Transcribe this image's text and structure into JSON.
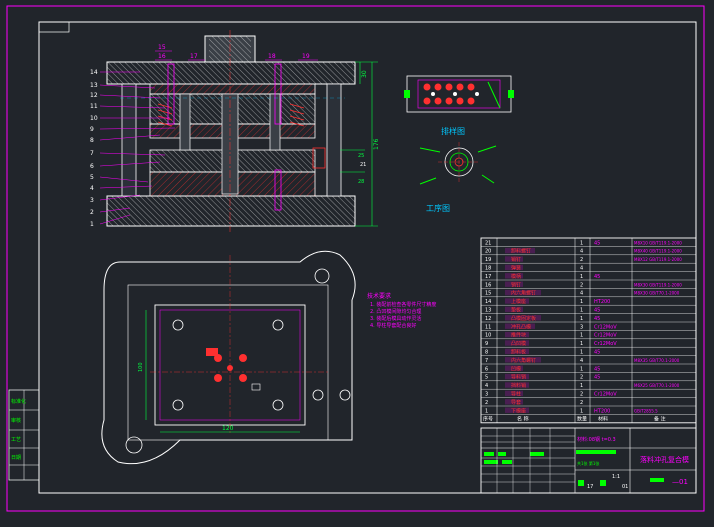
{
  "drawing": {
    "title_block": {
      "part_name": "落料冲孔复合模",
      "drawing_no": "—01",
      "material": "材料:08钢 t=0.3",
      "scale_label": "1:1",
      "sheet": "共1张 第1张",
      "qty": "17",
      "weight": "01"
    },
    "labels": {
      "layout_label": "排样图",
      "workpiece_label": "工序图",
      "tech_req_title": "技术要求",
      "tech_req_1": "1. 装配前检查各零件尺寸精度",
      "tech_req_2": "2. 凸凹模间隙均匀合理",
      "tech_req_3": "3. 装配后模具动作灵活",
      "tech_req_4": "4. 导柱导套配合良好"
    },
    "dims": {
      "height_total": "176",
      "height_upper": "30",
      "plate_a": "25",
      "plate_b": "28",
      "width_bottom": "120",
      "depth_left": "100",
      "top_15": "15",
      "top_16": "16",
      "top_17": "17",
      "top_18": "18",
      "top_19": "19"
    },
    "balloons": [
      "14",
      "13",
      "12",
      "11",
      "10",
      "9",
      "8",
      "7",
      "6",
      "5",
      "4",
      "3",
      "2",
      "1"
    ],
    "left_strip": [
      "标准化",
      "审核",
      "工艺",
      "日期"
    ],
    "bom_rows": [
      {
        "no": "21",
        "name": "",
        "qty": "1",
        "mat": "45",
        "std": "M8X10 GB/T119.1-2000"
      },
      {
        "no": "20",
        "name": "卸料螺钉",
        "qty": "4",
        "mat": "",
        "std": "M8X40 GB/T119.1-2000"
      },
      {
        "no": "19",
        "name": "销钉",
        "qty": "2",
        "mat": "",
        "std": "M8X12 GB/T119.1-2000"
      },
      {
        "no": "18",
        "name": "弹簧",
        "qty": "4",
        "mat": "",
        "std": ""
      },
      {
        "no": "17",
        "name": "模柄",
        "qty": "1",
        "mat": "45",
        "std": ""
      },
      {
        "no": "16",
        "name": "销钉",
        "qty": "2",
        "mat": "",
        "std": "M8X30 GB/T119.1-2000"
      },
      {
        "no": "15",
        "name": "内六角螺钉",
        "qty": "4",
        "mat": "",
        "std": "M8X30 GB/T70.1-2000"
      },
      {
        "no": "14",
        "name": "上模座",
        "qty": "1",
        "mat": "HT200",
        "std": ""
      },
      {
        "no": "13",
        "name": "垫板",
        "qty": "1",
        "mat": "45",
        "std": ""
      },
      {
        "no": "12",
        "name": "凸模固定板",
        "qty": "1",
        "mat": "45",
        "std": ""
      },
      {
        "no": "11",
        "name": "冲孔凸模",
        "qty": "3",
        "mat": "Cr12MoV",
        "std": ""
      },
      {
        "no": "10",
        "name": "推件块",
        "qty": "1",
        "mat": "Cr12MoV",
        "std": ""
      },
      {
        "no": "9",
        "name": "凸凹模",
        "qty": "1",
        "mat": "Cr12MoV",
        "std": ""
      },
      {
        "no": "8",
        "name": "卸料板",
        "qty": "1",
        "mat": "45",
        "std": ""
      },
      {
        "no": "7",
        "name": "内六角螺钉",
        "qty": "4",
        "mat": "",
        "std": "M8X35 GB/T70.1-2000"
      },
      {
        "no": "6",
        "name": "凹模",
        "qty": "1",
        "mat": "45",
        "std": ""
      },
      {
        "no": "5",
        "name": "导料销",
        "qty": "2",
        "mat": "45",
        "std": ""
      },
      {
        "no": "4",
        "name": "挡料销",
        "qty": "1",
        "mat": "",
        "std": "M6X25 GB/T70.1-2000"
      },
      {
        "no": "3",
        "name": "导柱",
        "qty": "2",
        "mat": "Cr12MoV",
        "std": ""
      },
      {
        "no": "2",
        "name": "导套",
        "qty": "2",
        "mat": "",
        "std": ""
      },
      {
        "no": "1",
        "name": "下模座",
        "qty": "1",
        "mat": "HT200",
        "std": "GB/T2855.5"
      }
    ],
    "bom_header": {
      "no": "序号",
      "name": "名 称",
      "qty": "数量",
      "mat": "材料",
      "std": "备 注"
    },
    "colors": {
      "background": "#21252b",
      "frame": "#ffffff",
      "accent": "#ff00ff",
      "text_red": "#ff3030",
      "text_green": "#00ff00",
      "dim_green": "#00ff40",
      "hatch": "#ff3030",
      "center": "#ff3030",
      "cyan": "#00c8ff"
    }
  }
}
